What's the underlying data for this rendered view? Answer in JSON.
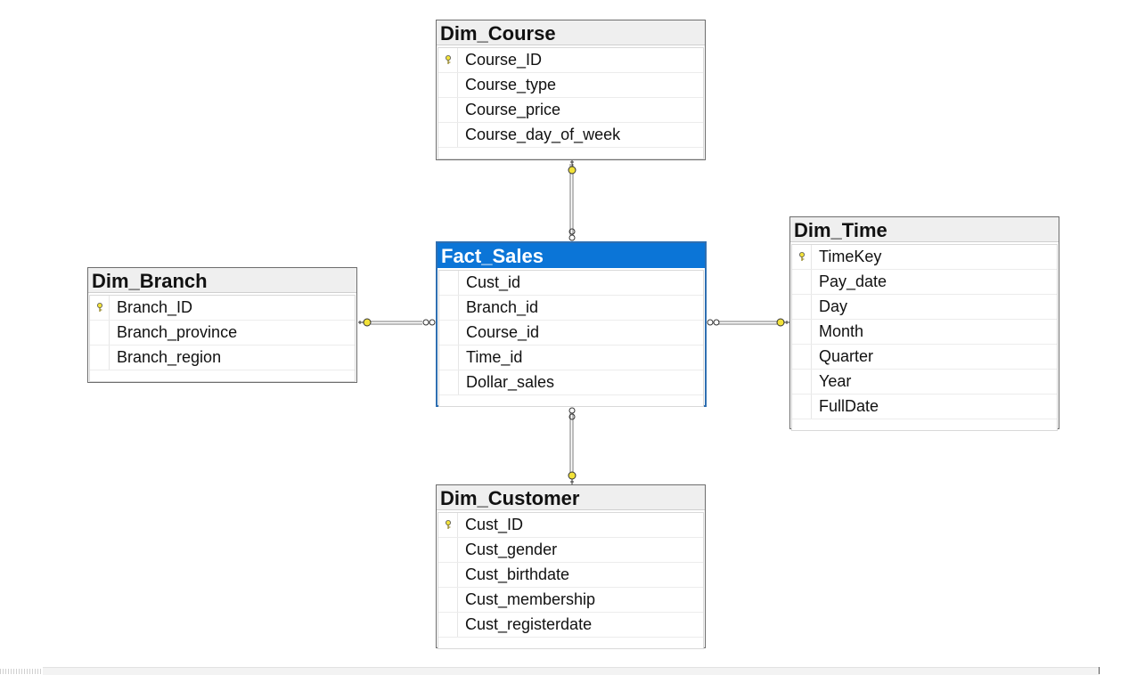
{
  "diagram": {
    "tables": {
      "dim_course": {
        "name": "Dim_Course",
        "columns": [
          "Course_ID",
          "Course_type",
          "Course_price",
          "Course_day_of_week"
        ],
        "primary_key": "Course_ID"
      },
      "fact_sales": {
        "name": "Fact_Sales",
        "columns": [
          "Cust_id",
          "Branch_id",
          "Course_id",
          "Time_id",
          "Dollar_sales"
        ],
        "selected": true
      },
      "dim_branch": {
        "name": "Dim_Branch",
        "columns": [
          "Branch_ID",
          "Branch_province",
          "Branch_region"
        ],
        "primary_key": "Branch_ID"
      },
      "dim_time": {
        "name": "Dim_Time",
        "columns": [
          "TimeKey",
          "Pay_date",
          "Day",
          "Month",
          "Quarter",
          "Year",
          "FullDate"
        ],
        "primary_key": "TimeKey"
      },
      "dim_customer": {
        "name": "Dim_Customer",
        "columns": [
          "Cust_ID",
          "Cust_gender",
          "Cust_birthdate",
          "Cust_membership",
          "Cust_registerdate"
        ],
        "primary_key": "Cust_ID"
      }
    },
    "relationships": [
      {
        "from": "Fact_Sales",
        "to": "Dim_Course",
        "one_end": "key-icon",
        "many_end": "infinity-icon"
      },
      {
        "from": "Fact_Sales",
        "to": "Dim_Branch",
        "one_end": "key-icon",
        "many_end": "infinity-icon"
      },
      {
        "from": "Fact_Sales",
        "to": "Dim_Time",
        "one_end": "key-icon",
        "many_end": "infinity-icon"
      },
      {
        "from": "Fact_Sales",
        "to": "Dim_Customer",
        "one_end": "key-icon",
        "many_end": "infinity-icon"
      }
    ],
    "colors": {
      "selected_header": "#0b75d7",
      "header": "#efefef",
      "key_icon": "#f2e23a",
      "connector": "#7a7a7a"
    }
  }
}
